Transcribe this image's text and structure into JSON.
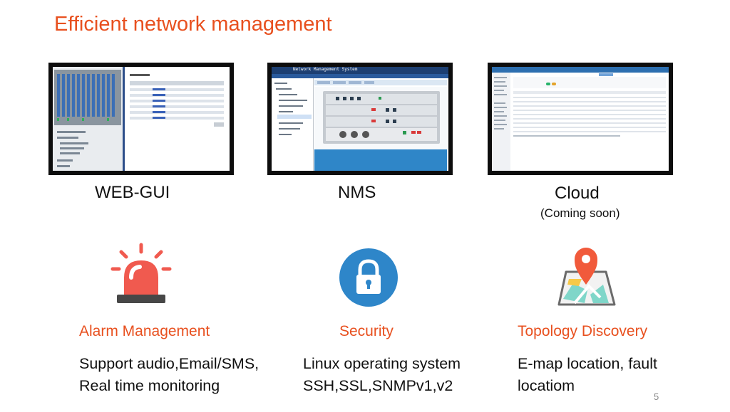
{
  "slide": {
    "title": "Efficient network management",
    "page_number": "5"
  },
  "platforms": [
    {
      "label": "WEB-GUI",
      "note": ""
    },
    {
      "label": "NMS",
      "note": "",
      "window_title": "Network Management System"
    },
    {
      "label": "Cloud",
      "note": "(Coming soon)"
    }
  ],
  "features": [
    {
      "title": "Alarm Management",
      "lines": [
        "Support audio,Email/SMS,",
        "Real time monitoring"
      ],
      "icon": "siren-icon"
    },
    {
      "title": "Security",
      "lines": [
        "Linux operating system",
        "SSH,SSL,SNMPv1,v2"
      ],
      "icon": "lock-icon"
    },
    {
      "title": "Topology Discovery",
      "lines": [
        "E-map location, fault",
        "locatiom"
      ],
      "icon": "map-pin-icon"
    }
  ],
  "colors": {
    "accent": "#e8501f",
    "siren": "#f05a4f",
    "lock_bg": "#2e86c9",
    "pin": "#f15a3b"
  }
}
